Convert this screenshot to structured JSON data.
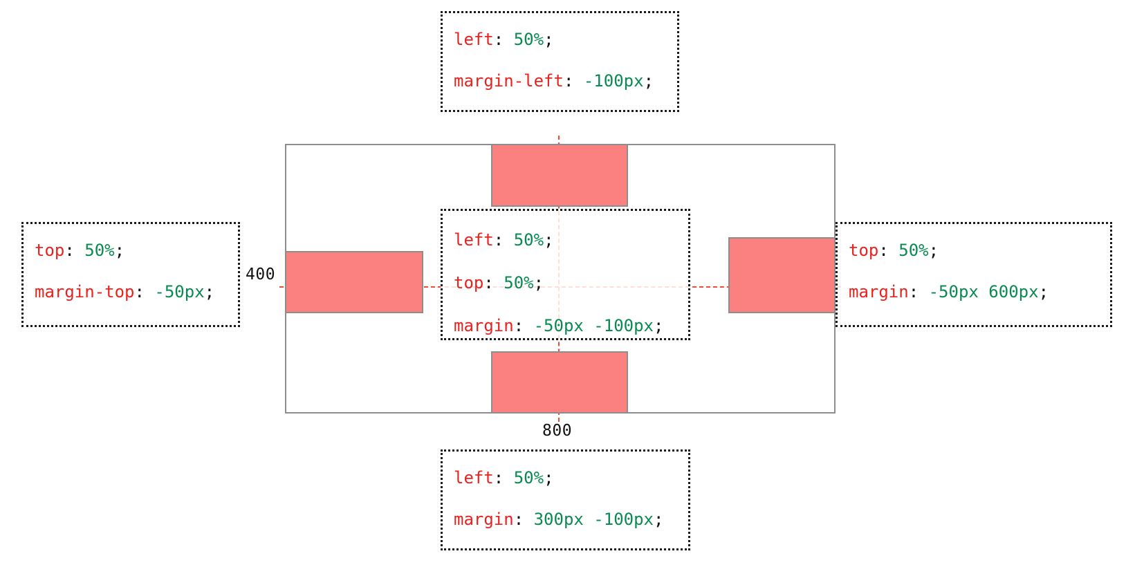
{
  "diagram": {
    "container": {
      "width_label": "800",
      "height_label": "400"
    },
    "annotations": {
      "top": {
        "lines": [
          {
            "prop": "left",
            "punct": ":",
            "val": "50%",
            "end": ";"
          },
          {
            "prop": "margin-left",
            "punct": ":",
            "val": "-100px",
            "end": ";"
          }
        ]
      },
      "left": {
        "lines": [
          {
            "prop": "top",
            "punct": ":",
            "val": "50%",
            "end": ";"
          },
          {
            "prop": "margin-top",
            "punct": ":",
            "val": "-50px",
            "end": ";"
          }
        ]
      },
      "right": {
        "lines": [
          {
            "prop": "top",
            "punct": ":",
            "val": "50%",
            "end": ";"
          },
          {
            "prop": "margin",
            "punct": ":",
            "val": "-50px 600px",
            "end": ";"
          }
        ]
      },
      "center": {
        "lines": [
          {
            "prop": "left",
            "punct": ":",
            "val": "50%",
            "end": ";"
          },
          {
            "prop": "top",
            "punct": ":",
            "val": "50%",
            "end": ";"
          },
          {
            "prop": "margin",
            "punct": ":",
            "val": "-50px -100px",
            "end": ";"
          }
        ]
      },
      "bottom": {
        "lines": [
          {
            "prop": "left",
            "punct": ":",
            "val": "50%",
            "end": ";"
          },
          {
            "prop": "margin",
            "punct": ":",
            "val": "300px -100px",
            "end": ";"
          }
        ]
      }
    },
    "colors": {
      "property": "#e8231f",
      "value": "#0a8a52",
      "punctuation": "#111111",
      "box_fill": "#fb8080",
      "box_border": "#8d8d8d",
      "guide": "#f2422a",
      "annotation_border": "#1a1a1a"
    }
  }
}
